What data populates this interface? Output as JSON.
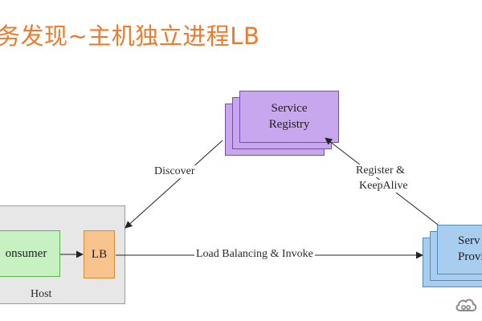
{
  "title": "务发现~主机独立进程LB",
  "nodes": {
    "registry": {
      "line1": "Service",
      "line2": "Registry"
    },
    "consumer": {
      "label": "onsumer"
    },
    "lb": {
      "label": "LB"
    },
    "provider": {
      "line1": "Serv",
      "line2": "Provi"
    },
    "host": {
      "label": "Host"
    }
  },
  "edges": {
    "discover": "Discover",
    "register_line1": "Register &",
    "register_line2": "KeepAlive",
    "invoke": "Load Balancing & Invoke"
  },
  "colors": {
    "title": "#ee7a2c",
    "registry_fill": "#c9a7ef",
    "registry_border": "#7a48c4",
    "consumer_fill": "#c7f1c2",
    "consumer_border": "#5ab34f",
    "lb_fill": "#f8c48d",
    "lb_border": "#d58a3b",
    "provider_fill": "#a9cdee",
    "provider_border": "#4e8bc8",
    "host_fill": "#e7e7e7"
  },
  "watermark_icon": "cloud-icon"
}
